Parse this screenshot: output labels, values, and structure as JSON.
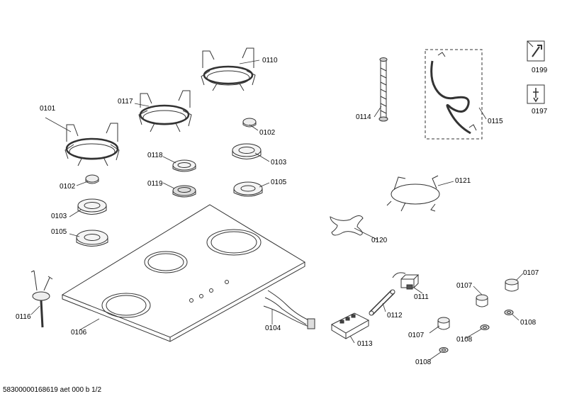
{
  "parts": {
    "p0101": "0101",
    "p0102a": "0102",
    "p0102b": "0102",
    "p0103a": "0103",
    "p0103b": "0103",
    "p0104": "0104",
    "p0105a": "0105",
    "p0105b": "0105",
    "p0106": "0106",
    "p0107a": "0107",
    "p0107b": "0107",
    "p0107c": "0107",
    "p0108a": "0108",
    "p0108b": "0108",
    "p0108c": "0108",
    "p0110": "0110",
    "p0111": "0111",
    "p0112": "0112",
    "p0113": "0113",
    "p0114": "0114",
    "p0115": "0115",
    "p0116": "0116",
    "p0117": "0117",
    "p0118": "0118",
    "p0119": "0119",
    "p0120": "0120",
    "p0121": "0121",
    "p0197": "0197",
    "p0199": "0199"
  },
  "footer": "58300000168619 aet 000 b 1/2"
}
